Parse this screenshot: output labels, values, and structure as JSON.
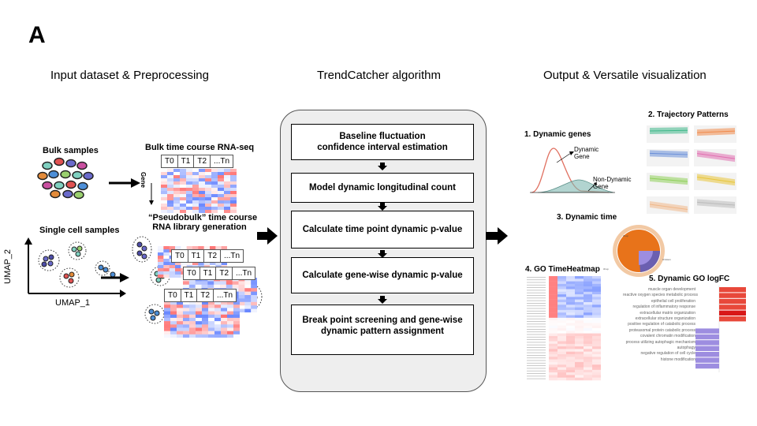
{
  "panel_letter": "A",
  "sections": {
    "input": "Input dataset & Preprocessing",
    "algorithm": "TrendCatcher algorithm",
    "output": "Output & Versatile visualization"
  },
  "input": {
    "bulk_samples": "Bulk samples",
    "bulk_rnaseq": "Bulk time course RNA-seq",
    "gene_axis": "Gene",
    "timepoints": [
      "T0",
      "T1",
      "T2",
      "...Tn"
    ],
    "single_cell_samples": "Single cell samples",
    "pseudobulk_line1": "“Pseudobulk” time course",
    "pseudobulk_line2": "RNA library generation",
    "umap_x": "UMAP_1",
    "umap_y": "UMAP_2"
  },
  "algorithm_steps": [
    {
      "line1": "Baseline fluctuation",
      "line2": "confidence interval estimation"
    },
    {
      "line1": "Model dynamic longitudinal count",
      "line2": ""
    },
    {
      "line1": "Calculate time point dynamic p-value",
      "line2": ""
    },
    {
      "line1": "Calculate gene-wise dynamic p-value",
      "line2": ""
    },
    {
      "line1": "Break point screening and gene-wise",
      "line2": "dynamic pattern assignment"
    }
  ],
  "output": {
    "dynamic_genes": "1. Dynamic genes",
    "dynamic_gene_label_1": "Dynamic",
    "dynamic_gene_label_2": "Gene",
    "non_dynamic_label_1": "Non-Dynamic",
    "non_dynamic_label_2": "Gene",
    "trajectory_patterns": "2. Trajectory Patterns",
    "dynamic_time": "3. Dynamic time",
    "go_time_heatmap": "4. GO TimeHeatmap",
    "dynamic_go_logfc": "5. Dynamic GO logFC",
    "go_terms": [
      "muscle organ development",
      "reactive oxygen species metabolic process",
      "epithelial cell proliferation",
      "regulation of inflammatory response",
      "extracellular matrix organization",
      "extracellular structure organization",
      "positive regulation of catabolic process",
      "proteasomal protein catabolic process",
      "covalent chromatin modification",
      "process utilizing autophagic mechanism",
      "autophagy",
      "negative regulation of cell cycle",
      "histone modification"
    ]
  },
  "colors": {
    "dynamic_curve": "#e07060",
    "non_dynamic_fill": "#7fb8b0",
    "pie_main": "#e8731a",
    "pie_ring": "#f2c9a4",
    "pie_inner": "#6b5fb0",
    "heat_red": "#e8262a",
    "heat_blue": "#6a5fc9",
    "bar_up": "#e8483a",
    "bar_down": "#9d8de0"
  }
}
